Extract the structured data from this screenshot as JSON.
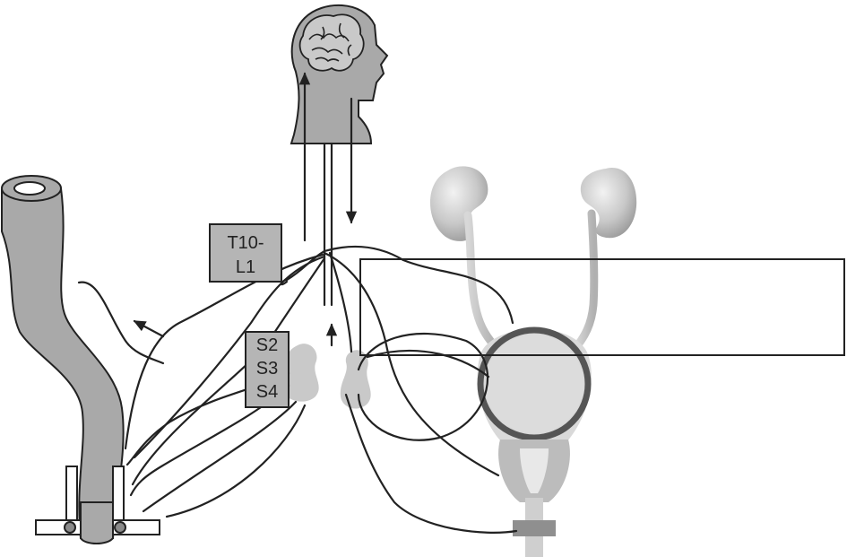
{
  "labels": {
    "thoracolumbar_line1": "T10-",
    "thoracolumbar_line2": "L1",
    "sacral_1": "S2",
    "sacral_2": "S3",
    "sacral_3": "S4"
  },
  "colors": {
    "fill_gray": "#a9a9a9",
    "stroke": "#222222",
    "background": "#ffffff"
  }
}
